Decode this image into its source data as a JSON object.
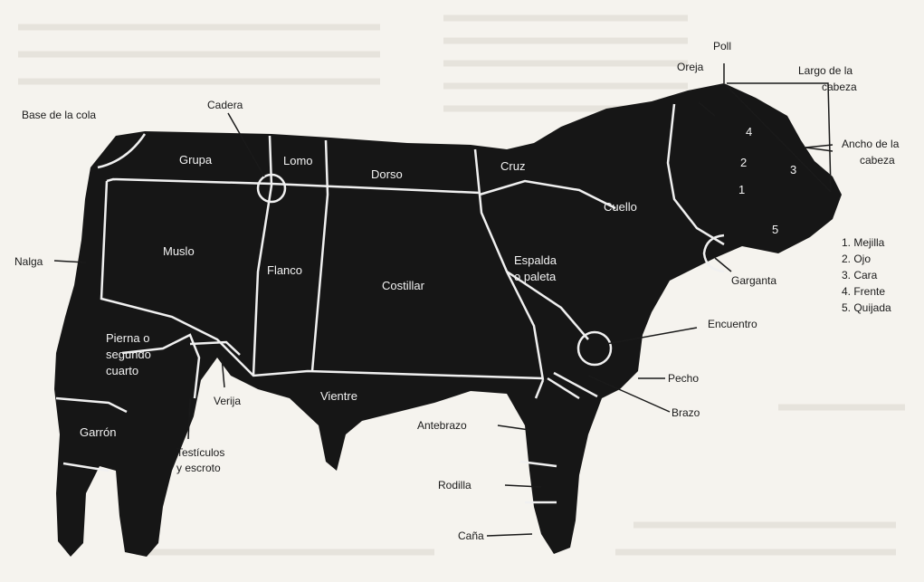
{
  "diagram": {
    "parts_inside": {
      "grupa": "Grupa",
      "lomo": "Lomo",
      "dorso": "Dorso",
      "cruz": "Cruz",
      "cuello": "Cuello",
      "muslo": "Muslo",
      "flanco": "Flanco",
      "costillar": "Costillar",
      "espalda_line1": "Espalda",
      "espalda_line2": "o paleta",
      "pierna_line1": "Pierna o",
      "pierna_line2": "segundo",
      "pierna_line3": "cuarto",
      "vientre": "Vientre",
      "garron": "Garrón",
      "head_4": "4",
      "head_2": "2",
      "head_1": "1",
      "head_3": "3",
      "head_5": "5"
    },
    "callouts": {
      "base_cola": "Base de la cola",
      "cadera": "Cadera",
      "nalga": "Nalga",
      "verija": "Verija",
      "testiculos_line1": "Testículos",
      "testiculos_line2": "y escroto",
      "poll": "Poll",
      "oreja": "Oreja",
      "largo_line1": "Largo de la",
      "largo_line2": "cabeza",
      "ancho_line1": "Ancho de la",
      "ancho_line2": "cabeza",
      "garganta": "Garganta",
      "encuentro": "Encuentro",
      "pecho": "Pecho",
      "brazo": "Brazo",
      "antebrazo": "Antebrazo",
      "rodilla": "Rodilla",
      "cana": "Caña"
    },
    "head_legend": [
      "1.  Mejilla",
      "2.  Ojo",
      "3.  Cara",
      "4.  Frente",
      "5.  Quijada"
    ],
    "colors": {
      "silhouette": "#161616",
      "lines": "#f0f0f0",
      "paper": "#f5f3ee"
    }
  }
}
